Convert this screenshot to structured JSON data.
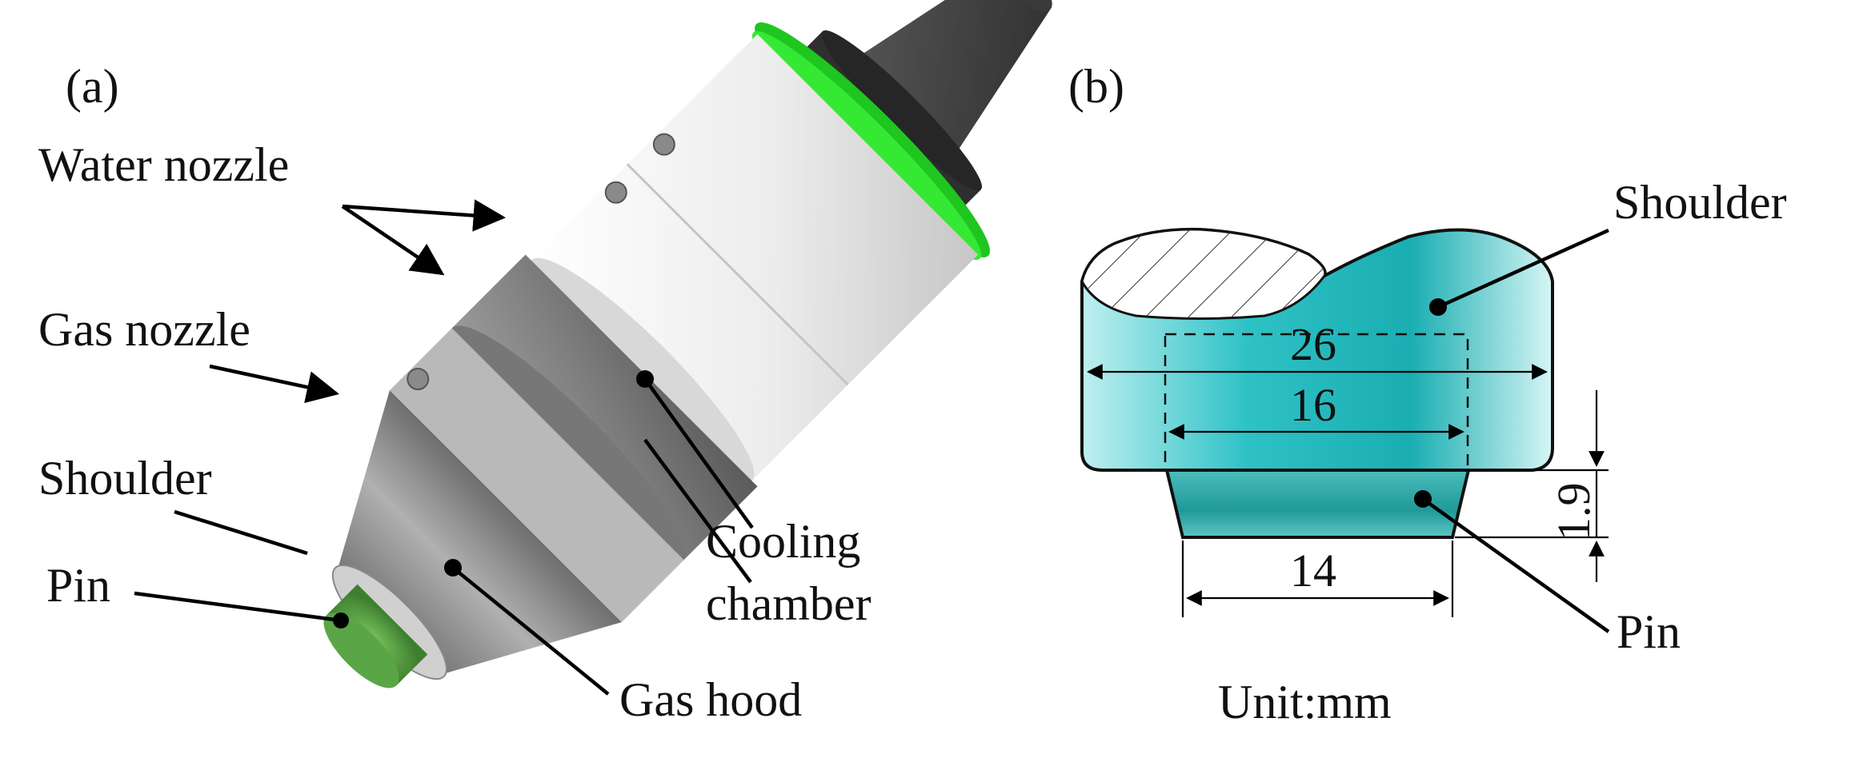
{
  "panel_a": {
    "tag": "(a)",
    "labels": {
      "water_nozzle": "Water nozzle",
      "gas_nozzle": "Gas nozzle",
      "shoulder": "Shoulder",
      "pin": "Pin",
      "cooling_chamber_line1": "Cooling",
      "cooling_chamber_line2": "chamber",
      "gas_hood": "Gas hood"
    }
  },
  "panel_b": {
    "tag": "(b)",
    "labels": {
      "shoulder": "Shoulder",
      "pin": "Pin"
    },
    "dimensions": {
      "shoulder_diameter": "26",
      "inner_diameter": "16",
      "pin_diameter": "14",
      "pin_length": "1.9"
    },
    "unit": "Unit:mm"
  },
  "colors": {
    "teal": "#1fb8bc",
    "pin_green": "#4f9a3c",
    "ring_green": "#22dd22",
    "body_light": "#ececec",
    "body_dark": "#5a5a5a"
  }
}
